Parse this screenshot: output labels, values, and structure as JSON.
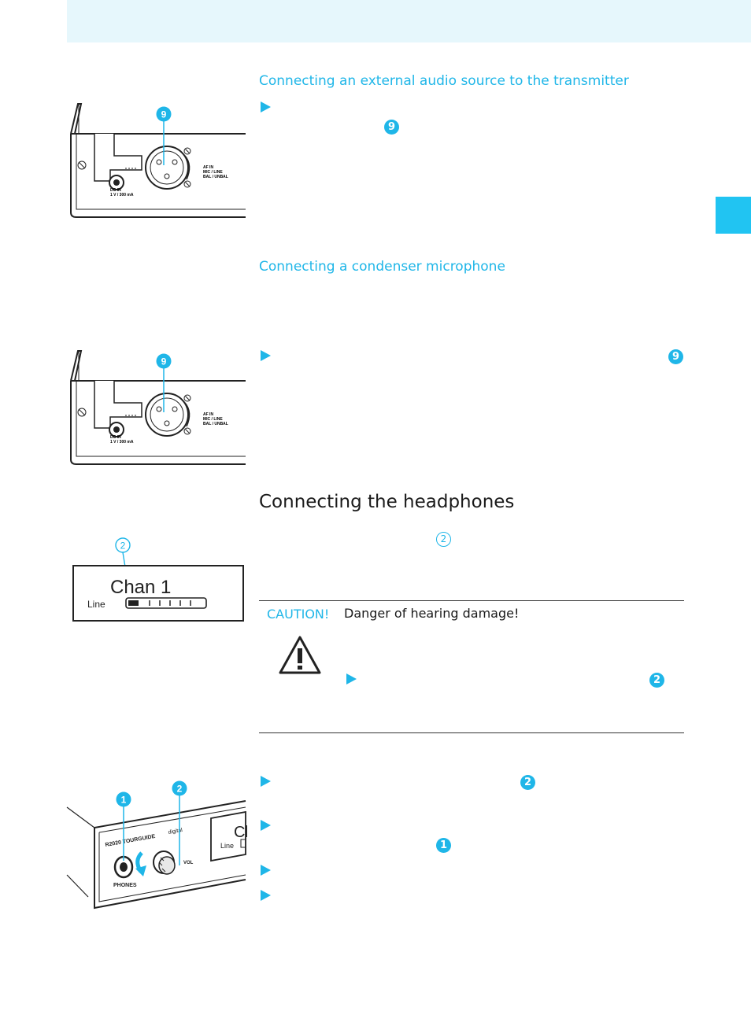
{
  "sections": {
    "external_audio": {
      "heading": "Connecting an external audio source to the transmitter",
      "ref_num": "9"
    },
    "condenser_mic": {
      "heading": "Connecting a condenser microphone",
      "ref_num": "9"
    },
    "headphones": {
      "heading": "Connecting the headphones",
      "ref_num_outline": "2",
      "ref_num_1": "1",
      "ref_num_2": "2"
    }
  },
  "caution": {
    "label": "CAUTION!",
    "title": "Danger of hearing damage!",
    "ref_num": "2"
  },
  "figure_transmitter": {
    "callout": "9",
    "labels": {
      "dc_in": "DC IN",
      "dc_rating": "1  V / 300 mA",
      "af_in": "AF IN",
      "mic_line": "MIC / LINE",
      "bal_unbal": "BAL / UNBAL"
    }
  },
  "figure_display": {
    "callout": "2",
    "channel_text": "Chan  1",
    "mode_text": "Line"
  },
  "figure_receiver": {
    "callout_1": "1",
    "callout_2": "2",
    "brand": "R2020 TOURGUIDE",
    "digital": "digital",
    "phones": "PHONES",
    "vol": "VOL",
    "display_ch": "Ch",
    "display_line": "Line"
  },
  "colors": {
    "accent": "#1fb6e8",
    "header_band": "#e6f7fc",
    "side_tab": "#21c4f2"
  }
}
